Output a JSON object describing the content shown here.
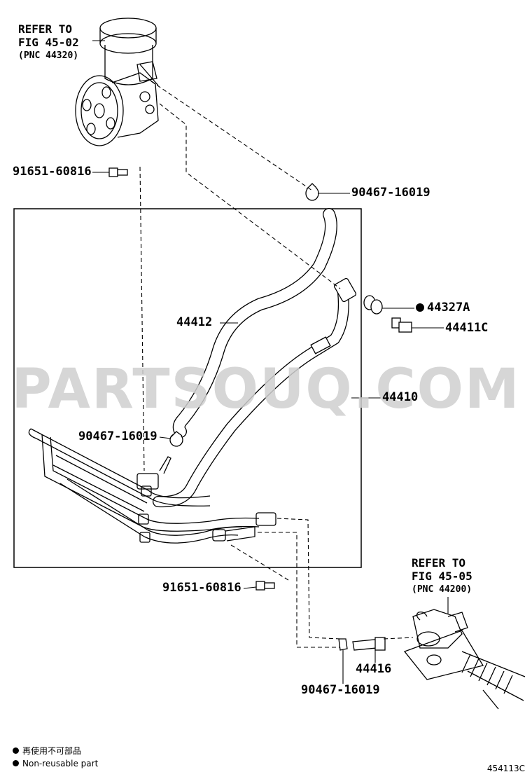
{
  "watermark": "PARTSOUQ.COM",
  "reference_top": {
    "line1": "REFER TO",
    "line2": "FIG 45-02",
    "line3": "(PNC 44320)"
  },
  "reference_bottom": {
    "line1": "REFER TO",
    "line2": "FIG 45-05",
    "line3": "(PNC 44200)"
  },
  "part_labels": {
    "bolt_top": "91651-60816",
    "clamp_top": "90467-16019",
    "gasket": "44327A",
    "union_bolt": "44411C",
    "return_hose": "44412",
    "pressure_tube": "44410",
    "clamp_mid": "90467-16019",
    "bolt_bottom": "91651-60816",
    "union": "44416",
    "clamp_bottom": "90467-16019"
  },
  "legend": {
    "line1": "再使用不可部品",
    "line2": "Non-reusable part"
  },
  "figure_code": "454113C"
}
